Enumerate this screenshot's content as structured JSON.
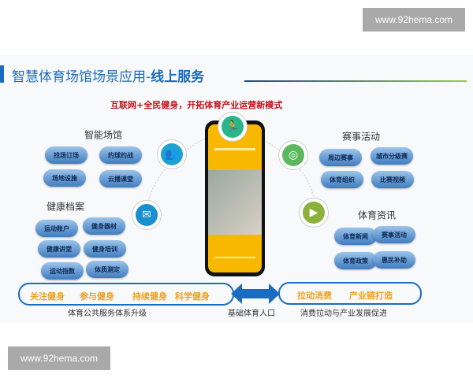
{
  "watermark": "www.92hema.com",
  "title": {
    "main": "智慧体育场馆场景应用-",
    "bold": "线上服务"
  },
  "subtitle": "互联网+全民健身，开拓体育产业运营新模式",
  "groups": {
    "venue": {
      "title": "智能场馆",
      "items": [
        "找场订场",
        "约球约战",
        "场地设施",
        "云播课堂"
      ]
    },
    "health": {
      "title": "健康档案",
      "items": [
        "运动账户",
        "健身器材",
        "健康讲堂",
        "健身培训",
        "运动指数",
        "体质测定"
      ]
    },
    "events": {
      "title": "赛事活动",
      "items": [
        "周边赛事",
        "城市分级赛",
        "体育组织",
        "比赛视频"
      ]
    },
    "news": {
      "title": "体育资讯",
      "items": [
        "体育新闻",
        "赛事活动",
        "体育政策",
        "惠民补助"
      ]
    }
  },
  "icons": [
    "runner-icon",
    "users-icon",
    "camera-icon",
    "mail-icon",
    "video-icon"
  ],
  "colors": {
    "title_blue": "#1a6cc0",
    "subtitle_red": "#c0141c",
    "orange": "#f0a020",
    "phone_yellow": "#f9b800"
  },
  "bottom": {
    "left": [
      "关注健身",
      "参与健身",
      "持续健身",
      "科学健身"
    ],
    "right": [
      "拉动消费",
      "产业链打造"
    ],
    "captions": [
      "体育公共服务体系升级",
      "基础体育人口",
      "消费拉动与产业发展促进"
    ]
  }
}
